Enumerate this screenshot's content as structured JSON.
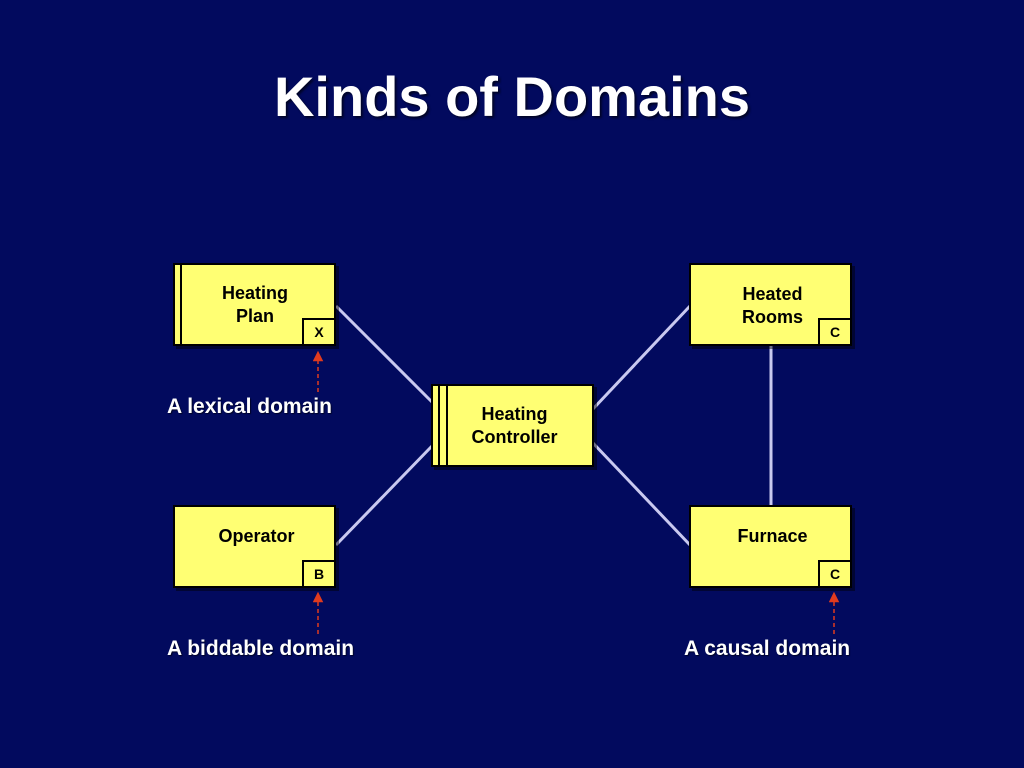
{
  "title": "Kinds of Domains",
  "domains": {
    "heating_plan": {
      "label": "Heating\nPlan",
      "tag": "X"
    },
    "heated_rooms": {
      "label": "Heated\nRooms",
      "tag": "C"
    },
    "heating_controller": {
      "label": "Heating\nController"
    },
    "operator": {
      "label": "Operator",
      "tag": "B"
    },
    "furnace": {
      "label": "Furnace",
      "tag": "C"
    }
  },
  "captions": {
    "lexical": "A lexical domain",
    "biddable": "A biddable domain",
    "causal": "A causal domain"
  },
  "colors": {
    "background": "#020a5e",
    "box_fill": "#ffff73",
    "connector": "#c9c9f0",
    "arrow": "#e03b1e"
  }
}
